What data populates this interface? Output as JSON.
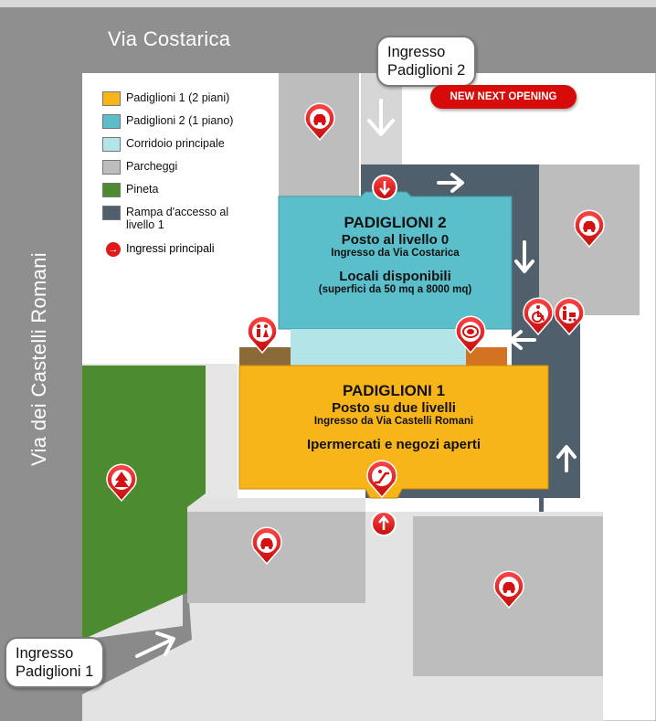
{
  "roads": {
    "north": "Via Costarica",
    "west": "Via dei Castelli Romani"
  },
  "legend": {
    "items": [
      {
        "label": "Padiglioni 1 (2 piani)",
        "color": "#f8b519"
      },
      {
        "label": "Padiglioni 2 (1 piano)",
        "color": "#5bbfcb"
      },
      {
        "label": "Corridoio principale",
        "color": "#b3e4e8"
      },
      {
        "label": "Parcheggi",
        "color": "#bdbdbd"
      },
      {
        "label": "Pineta",
        "color": "#4d8b31"
      },
      {
        "label": "Rampa d'accesso al livello 1",
        "color": "#4f5f6b"
      }
    ],
    "entrances_label": "Ingressi principali"
  },
  "entrances": {
    "pad2": {
      "line1": "Ingresso",
      "line2": "Padiglioni 2"
    },
    "pad1": {
      "line1": "Ingresso",
      "line2": "Padiglioni 1"
    }
  },
  "badge": "NEW NEXT OPENING",
  "pavilion2": {
    "title": "PADIGLIONI 2",
    "subtitle": "Posto al livello 0",
    "access": "Ingresso da Via Costarica",
    "headline": "Locali disponibili",
    "detail": "(superfici da 50 mq a 8000 mq)"
  },
  "pavilion1": {
    "title": "PADIGLIONI 1",
    "subtitle": "Posto su due livelli",
    "access": "Ingresso da Via Castelli Romani",
    "headline": "Ipermercati e negozi aperti"
  },
  "colors": {
    "road": "#8f8f8f",
    "road_dark": "#6e6e6e",
    "ground": "#e3e3e3",
    "parking": "#bdbdbd",
    "pineta": "#4d8b31",
    "ramp": "#4f5f6b",
    "pad1": "#f8b519",
    "pad2": "#5bbfcb",
    "corridor": "#b3e4e8",
    "pin_red": "#e01a1a"
  },
  "pins": [
    {
      "name": "parking-pin-north",
      "icon": "car-icon"
    },
    {
      "name": "parking-pin-east",
      "icon": "car-icon"
    },
    {
      "name": "parking-pin-southwest",
      "icon": "car-icon"
    },
    {
      "name": "parking-pin-southeast",
      "icon": "car-icon"
    },
    {
      "name": "toilets-pin",
      "icon": "restroom-icon"
    },
    {
      "name": "food-pin",
      "icon": "plate-icon"
    },
    {
      "name": "accessibility-pin",
      "icon": "wheelchair-icon"
    },
    {
      "name": "family-pin",
      "icon": "stroller-icon"
    },
    {
      "name": "escalator-pin",
      "icon": "escalator-icon"
    },
    {
      "name": "pineta-pin",
      "icon": "tree-icon"
    }
  ]
}
